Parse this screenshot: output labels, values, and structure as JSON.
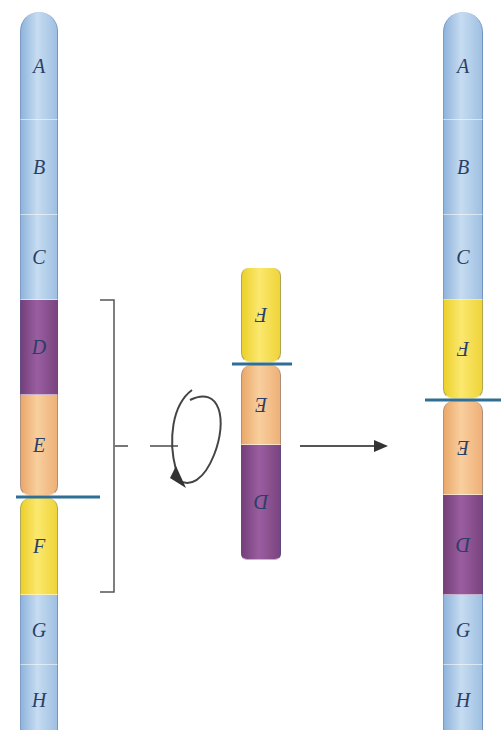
{
  "diagram": {
    "nodes": [
      {
        "text": [
          "A"
        ]
      },
      {
        "text": [
          "B"
        ]
      },
      {
        "text": [
          "C"
        ]
      },
      {
        "text": [
          "D"
        ]
      },
      {
        "text": [
          "E"
        ]
      },
      {
        "text": [
          "F"
        ]
      },
      {
        "text": [
          "G"
        ]
      },
      {
        "text": [
          "H"
        ]
      },
      {
        "text": [
          "F"
        ]
      },
      {
        "text": [
          "E"
        ]
      },
      {
        "text": [
          "D"
        ]
      },
      {
        "text": [
          "A"
        ]
      },
      {
        "text": [
          "B"
        ]
      },
      {
        "text": [
          "C"
        ]
      },
      {
        "text": [
          "F"
        ]
      },
      {
        "text": [
          "E"
        ]
      },
      {
        "text": [
          "D"
        ]
      },
      {
        "text": [
          "G"
        ]
      },
      {
        "text": [
          "H"
        ]
      }
    ]
  }
}
